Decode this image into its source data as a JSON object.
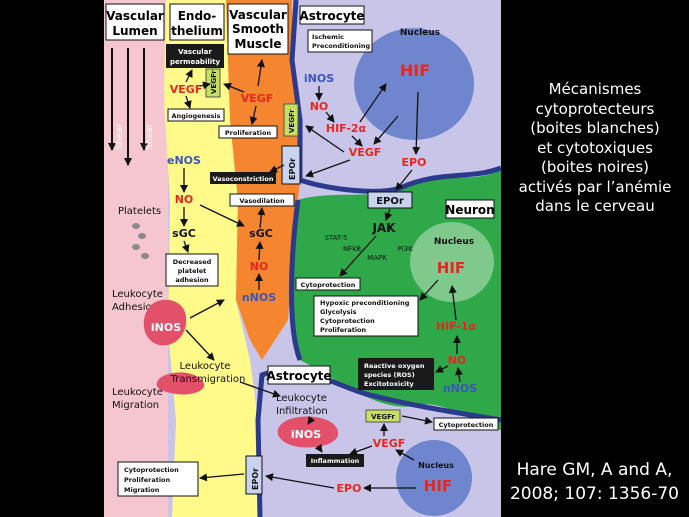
{
  "headers": {
    "vascular_lumen": [
      "Vascular",
      "Lumen"
    ],
    "endothelium": [
      "Endo-",
      "thelium"
    ],
    "vascular_smooth_muscle": [
      "Vascular",
      "Smooth",
      "Muscle"
    ],
    "astrocyte_top": "Astrocyte",
    "astrocyte_bottom": "Astrocyte",
    "neuron": "Neuron"
  },
  "nucleus_labels": {
    "top": "Nucleus",
    "neuron": "Nucleus",
    "bottom": "Nucleus"
  },
  "lumen": {
    "shear_labels": [
      "Shear",
      "Shear"
    ],
    "platelets": "Platelets",
    "leukocyte_adhesion": [
      "Leukocyte",
      "Adhesion"
    ],
    "leukocyte_migration": [
      "Leukocyte",
      "Migration"
    ],
    "inos": "iNOS"
  },
  "endothelium_labels": {
    "vascular_permeability": [
      "Vascular",
      "permeability"
    ],
    "vegf": "VEGF",
    "vegfr": "VEGFr",
    "angiogenesis": "Angiogenesis",
    "enos": "eNOS",
    "no": "NO",
    "sgc": "sGC",
    "decreased_platelet_adhesion": [
      "Decreased",
      "platelet",
      "adhesion"
    ],
    "leukocyte_transmigration": [
      "Leukocyte",
      "Transmigration"
    ],
    "cytoprotection_box": [
      "Cytoprotection",
      "Proliferation",
      "Migration"
    ],
    "epor_bottom": "EPOr"
  },
  "muscle_labels": {
    "vegf": "VEGF",
    "proliferation": "Proliferation",
    "vasoconstriction": "Vasoconstriction",
    "vasodilation": "Vasodilation",
    "sgc": "sGC",
    "no": "NO",
    "nnos": "nNOS",
    "vegfr": "VEGFr",
    "epor": "EPOr"
  },
  "astrocyte_top_labels": {
    "ischemic_preconditioning": [
      "Ischemic",
      "Preconditioning"
    ],
    "inos": "iNOS",
    "no": "NO",
    "hif2a": "HIF-2α",
    "vegf": "VEGF",
    "hif": "HIF",
    "epo": "EPO"
  },
  "neuron_labels": {
    "epor": "EPOr",
    "jak": "JAK",
    "stat5": "STAT-5",
    "nfkb": "NFkB",
    "pi3k": "PI3K",
    "mapk": "MAPK",
    "cytoprotection": "Cytoprotection",
    "hypoxic_box": [
      "Hypoxic preconditioning",
      "Glycolysis",
      "Cytoprotection",
      "Proliferation"
    ],
    "hif": "HIF",
    "hif1a": "HIF-1α",
    "no": "NO",
    "nnos": "nNOS",
    "ros_box": [
      "Reactive oxygen",
      "species (ROS)",
      "Excitotoxicity"
    ]
  },
  "astrocyte_bottom_labels": {
    "leukocyte_infiltration": [
      "Leukocyte",
      "Infiltration"
    ],
    "inos": "iNOS",
    "inflammation": "Inflammation",
    "vegfr": "VEGFr",
    "cytoprotection": "Cytoprotection",
    "vegf": "VEGF",
    "hif": "HIF",
    "epo": "EPO"
  },
  "side_text": [
    "Mécanismes",
    "cytoprotecteurs",
    "(boites  blanches)",
    "et cytotoxiques",
    "(boites noires)",
    "activés par l’anémie",
    "dans le cerveau"
  ],
  "citation": [
    "Hare GM, A and A,",
    "2008; 107: 1356-70"
  ],
  "colors": {
    "lumen": "#f5c6cf",
    "endothelium": "#fffa8a",
    "muscle": "#f5852e",
    "astrocyte": "#c8c5e8",
    "neuron": "#2fa84a",
    "nucleus": "#6f86cf",
    "membrane": "#2b3a8c",
    "red_text": "#e8261f",
    "inos_blob": "#e2506a"
  }
}
